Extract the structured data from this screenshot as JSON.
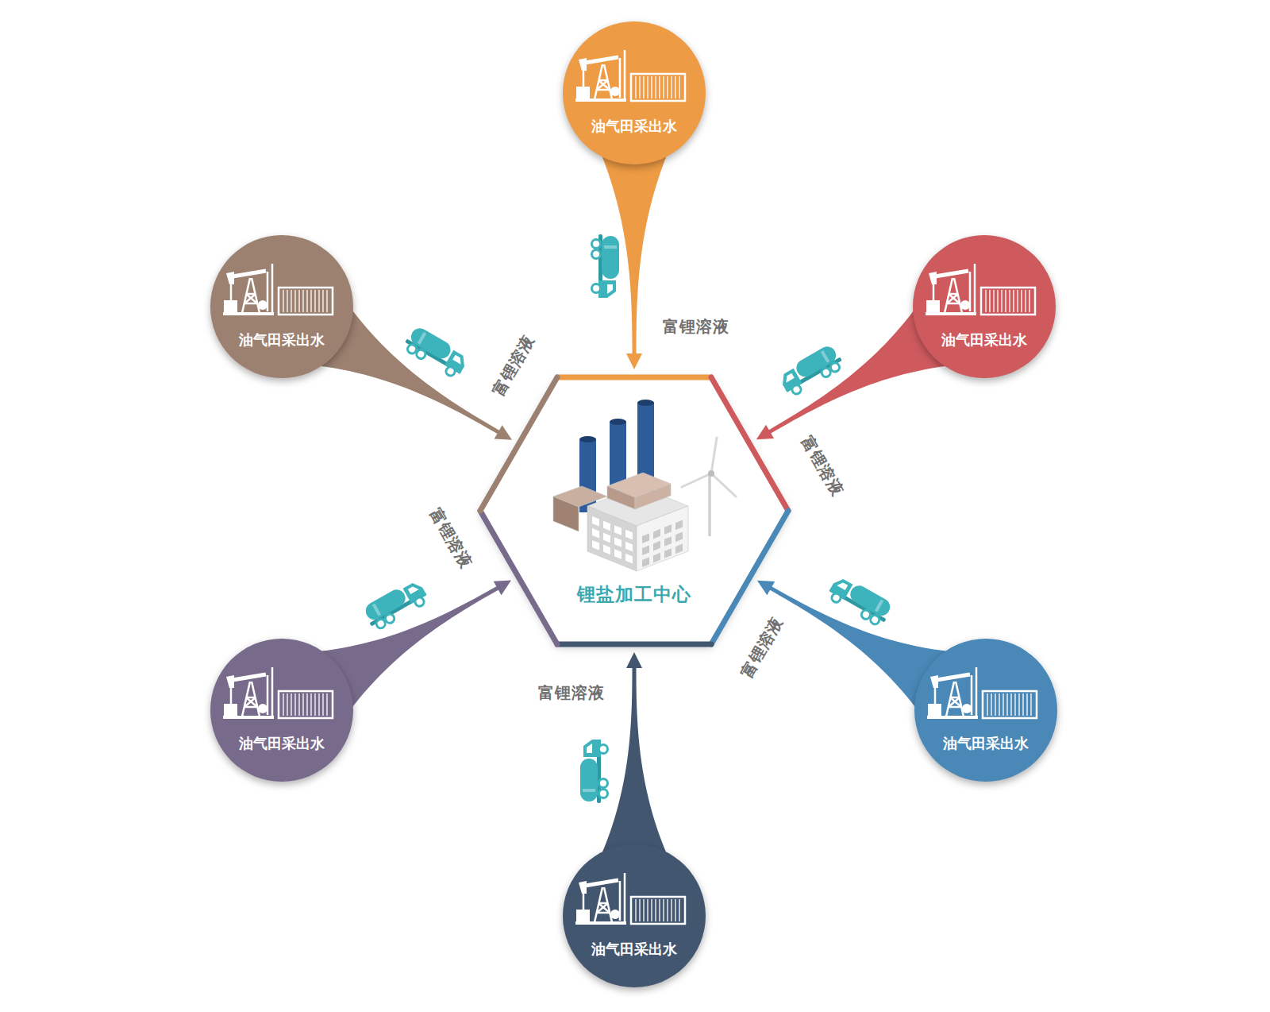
{
  "diagram": {
    "nodes": [
      {
        "text": [
          "油气田采出水"
        ]
      },
      {
        "text": [
          "油气田采出水"
        ]
      },
      {
        "text": [
          "油气田采出水"
        ]
      },
      {
        "text": [
          "锂盐加工中心"
        ]
      },
      {
        "text": [
          "油气田采出水"
        ]
      },
      {
        "text": [
          "油气田采出水"
        ]
      },
      {
        "text": [
          "油气田采出水"
        ]
      }
    ],
    "edges": [
      {
        "from": 0,
        "to": 3,
        "label": "富锂溶液",
        "arrow": "to"
      },
      {
        "from": 1,
        "to": 3,
        "label": "富锂溶液",
        "arrow": "to"
      },
      {
        "from": 2,
        "to": 3,
        "label": "富锂溶液",
        "arrow": "to"
      },
      {
        "from": 4,
        "to": 3,
        "label": "富锂溶液",
        "arrow": "to"
      },
      {
        "from": 5,
        "to": 3,
        "label": "富锂溶液",
        "arrow": "to"
      },
      {
        "from": 6,
        "to": 3,
        "label": "富锂溶液",
        "arrow": "to"
      }
    ]
  }
}
